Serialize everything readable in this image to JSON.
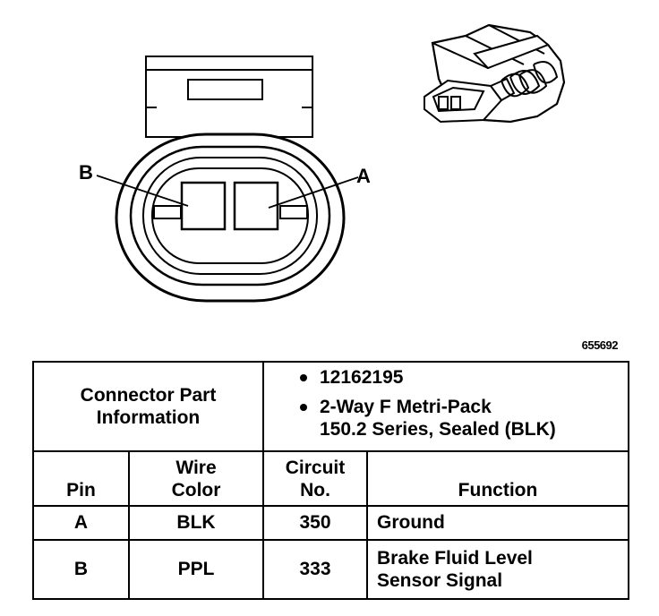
{
  "labels": {
    "pin_b": "B",
    "pin_a": "A"
  },
  "figure_id": "655692",
  "table": {
    "part_info_label_line1": "Connector Part",
    "part_info_label_line2": "Information",
    "part_number": "12162195",
    "part_desc_line1": "2-Way F Metri-Pack",
    "part_desc_line2": "150.2 Series, Sealed (BLK)",
    "headers": {
      "pin": "Pin",
      "wire_line1": "Wire",
      "wire_line2": "Color",
      "circuit_line1": "Circuit",
      "circuit_line2": "No.",
      "function": "Function"
    },
    "rows": [
      {
        "pin": "A",
        "wire": "BLK",
        "circuit": "350",
        "function_line1": "Ground",
        "function_line2": ""
      },
      {
        "pin": "B",
        "wire": "PPL",
        "circuit": "333",
        "function_line1": "Brake Fluid Level",
        "function_line2": "Sensor Signal"
      }
    ]
  }
}
